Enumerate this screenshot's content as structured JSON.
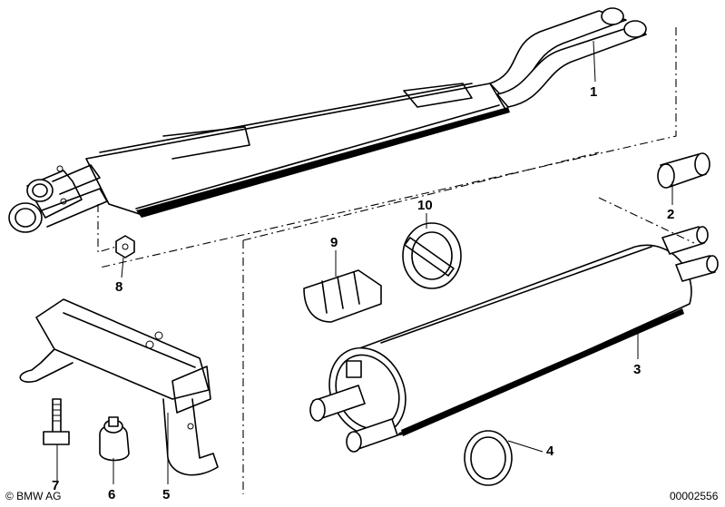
{
  "parts": [
    {
      "number": "1"
    },
    {
      "number": "2"
    },
    {
      "number": "3"
    },
    {
      "number": "4"
    },
    {
      "number": "5"
    },
    {
      "number": "6"
    },
    {
      "number": "7"
    },
    {
      "number": "8"
    },
    {
      "number": "9"
    },
    {
      "number": "10"
    }
  ],
  "footer": {
    "copyright": "© BMW AG",
    "drawing_number": "00002556"
  }
}
